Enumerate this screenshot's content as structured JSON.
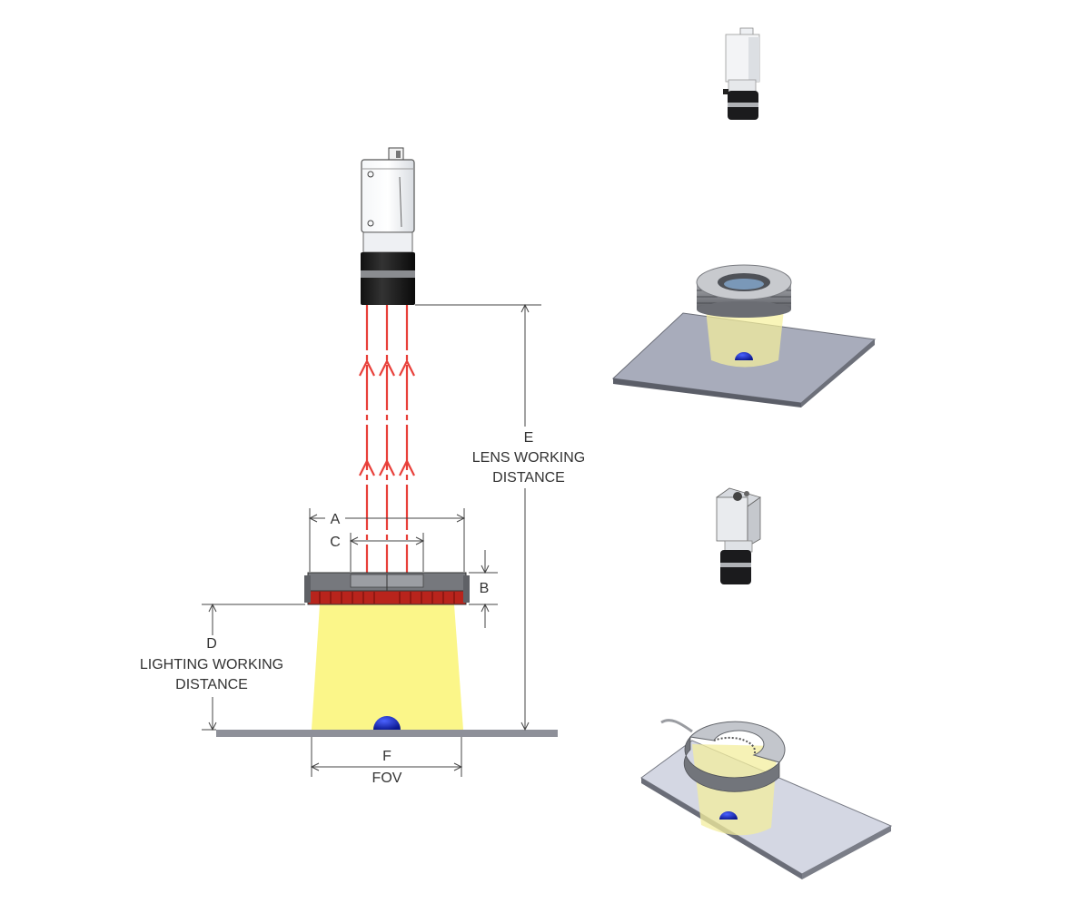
{
  "labels": {
    "a": "A",
    "b": "B",
    "c": "C",
    "d_letter": "D",
    "d_line1": "LIGHTING WORKING",
    "d_line2": "DISTANCE",
    "e_letter": "E",
    "e_line1": "LENS WORKING",
    "e_line2": "DISTANCE",
    "f_letter": "F",
    "f_line2": "FOV"
  },
  "colors": {
    "ray": "#e8403a",
    "light_cone": "#fbf689",
    "plate": "#8e9099",
    "led": "#c0281f",
    "object": "#1a2bb8",
    "housing": "#6e6f74"
  },
  "icons": [
    "camera-icon",
    "ring-light-icon",
    "split-ring-light-icon",
    "hemisphere-object-icon"
  ]
}
